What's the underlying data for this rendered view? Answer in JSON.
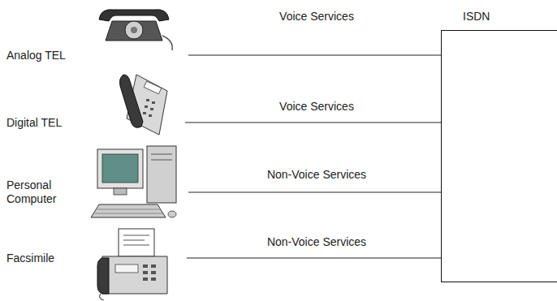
{
  "diagram": {
    "nodes": [
      {
        "text": [
          "Analog TEL"
        ]
      },
      {
        "text": [
          "Digital TEL"
        ]
      },
      {
        "text": [
          "Personal Computer"
        ]
      },
      {
        "text": [
          "Facsimile"
        ]
      },
      {
        "text": [
          "ISDN"
        ]
      }
    ],
    "edges": [
      {
        "from": 0,
        "to": 4,
        "arrow": "none",
        "label": "Voice Services"
      },
      {
        "from": 1,
        "to": 4,
        "arrow": "none",
        "label": "Voice Services"
      },
      {
        "from": 2,
        "to": 4,
        "arrow": "none",
        "label": "Non-Voice Services"
      },
      {
        "from": 3,
        "to": 4,
        "arrow": "none",
        "label": "Non-Voice Services"
      }
    ]
  }
}
